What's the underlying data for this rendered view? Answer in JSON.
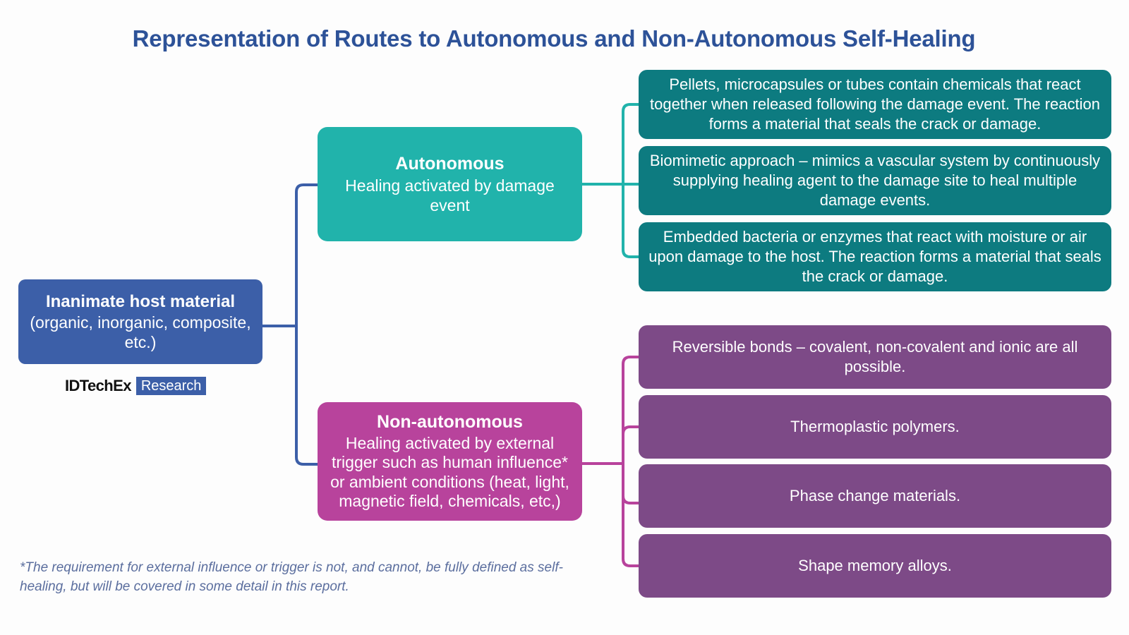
{
  "title": "Representation of Routes to Autonomous and Non-Autonomous Self-Healing",
  "colors": {
    "title_blue": "#2d5298",
    "root_blue": "#3c5fa8",
    "autonomous_teal": "#21b3ab",
    "autonomous_leaf_teal": "#0d7b80",
    "nonautonomous_magenta": "#b8439c",
    "nonautonomous_leaf_purple": "#7d4a87",
    "footnote_blue_grey": "#5b6e9e",
    "background": "#fdfdfd"
  },
  "root": {
    "title": "Inanimate host material",
    "subtitle": "(organic, inorganic, composite, etc.)"
  },
  "branches": [
    {
      "id": "autonomous",
      "title": "Autonomous",
      "subtitle": "Healing activated by damage event",
      "leaves": [
        "Pellets, microcapsules or tubes contain chemicals that react together when released following the damage event. The reaction forms a material that seals the crack or damage.",
        "Biomimetic approach – mimics a vascular system by continuously supplying healing agent to the damage site to heal multiple damage events.",
        "Embedded bacteria or enzymes that react with moisture or air upon damage to the host. The reaction forms a material that seals the crack or damage."
      ]
    },
    {
      "id": "non-autonomous",
      "title": "Non-autonomous",
      "subtitle": "Healing activated by external trigger such as human influence* or ambient conditions (heat, light, magnetic field, chemicals, etc,)",
      "leaves": [
        "Reversible bonds – covalent, non-covalent and ionic are all possible.",
        "Thermoplastic polymers.",
        "Phase change materials.",
        "Shape memory alloys."
      ]
    }
  ],
  "logo": {
    "word": "IDTechEx",
    "tag": "Research"
  },
  "footnote": "*The requirement for external influence or trigger is not, and cannot, be fully defined as self-healing, but will be covered in some detail in this report."
}
